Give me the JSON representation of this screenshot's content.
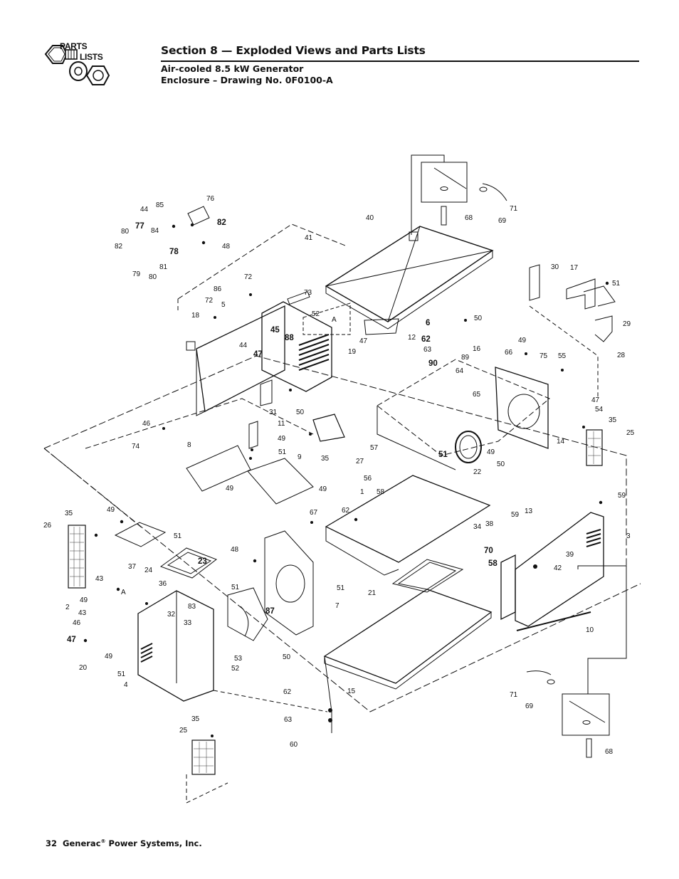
{
  "logo": {
    "line1": "PARTS",
    "line2": "LISTS"
  },
  "header": {
    "section_title": "Section 8 — Exploded Views and Parts Lists",
    "subtitle_line1": "Air-cooled 8.5 kW Generator",
    "subtitle_line2": "Enclosure – Drawing No. 0F0100-A"
  },
  "callouts": [
    "76",
    "44",
    "85",
    "82",
    "77",
    "84",
    "80",
    "82",
    "48",
    "79",
    "80",
    "81",
    "78",
    "40",
    "68",
    "69",
    "71",
    "41",
    "72",
    "86",
    "73",
    "72",
    "5",
    "18",
    "45",
    "52",
    "88",
    "44",
    "47",
    "A",
    "19",
    "47",
    "12",
    "6",
    "50",
    "62",
    "63",
    "89",
    "90",
    "30",
    "17",
    "51",
    "29",
    "28",
    "49",
    "16",
    "66",
    "75",
    "55",
    "64",
    "65",
    "31",
    "50",
    "11",
    "47",
    "54",
    "35",
    "25",
    "14",
    "46",
    "49",
    "74",
    "8",
    "51",
    "9",
    "35",
    "27",
    "57",
    "51",
    "22",
    "49",
    "50",
    "49",
    "49",
    "56",
    "58",
    "1",
    "59",
    "35",
    "49",
    "26",
    "67",
    "62",
    "13",
    "3",
    "38",
    "34",
    "59",
    "51",
    "37",
    "24",
    "23",
    "48",
    "39",
    "70",
    "58",
    "42",
    "36",
    "43",
    "A",
    "51",
    "51",
    "21",
    "7",
    "10",
    "49",
    "2",
    "43",
    "83",
    "32",
    "87",
    "46",
    "33",
    "47",
    "20",
    "49",
    "50",
    "53",
    "52",
    "51",
    "4",
    "15",
    "71",
    "69",
    "62",
    "63",
    "60",
    "35",
    "25",
    "68"
  ],
  "footer": {
    "page_number": "32",
    "company": "Generac",
    "registered_mark": "®",
    "company_suffix": "Power Systems, Inc."
  }
}
